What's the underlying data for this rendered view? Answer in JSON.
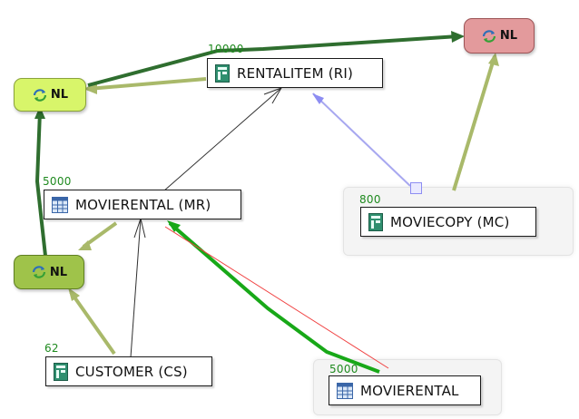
{
  "operators": {
    "nl_top_right": "NL",
    "nl_top_left": "NL",
    "nl_bottom_left": "NL"
  },
  "tables": {
    "rentalitem": {
      "label": "RENTALITEM (RI)",
      "count": "10000"
    },
    "movierental_mr": {
      "label": "MOVIERENTAL (MR)",
      "count": "5000"
    },
    "moviecopy": {
      "label": "MOVIECOPY (MC)",
      "count": "800"
    },
    "customer": {
      "label": "CUSTOMER (CS)",
      "count": "62"
    },
    "movierental": {
      "label": "MOVIERENTAL",
      "count": "5000"
    }
  },
  "icons": {
    "nl": "join-operator-icon",
    "table": "table-grid-icon",
    "index": "index-card-icon"
  },
  "colors": {
    "nl_top_right_fill": "#e39a9c",
    "nl_top_left_fill": "#d8f56a",
    "nl_bottom_left_fill": "#9fc34a",
    "edge_dark_green": "#2f6e2f",
    "edge_olive": "#a9b96a",
    "edge_bright_green": "#18a818",
    "edge_red": "#f04040",
    "edge_lavender": "#a8a8f0",
    "count_text": "#1f8a1f"
  }
}
